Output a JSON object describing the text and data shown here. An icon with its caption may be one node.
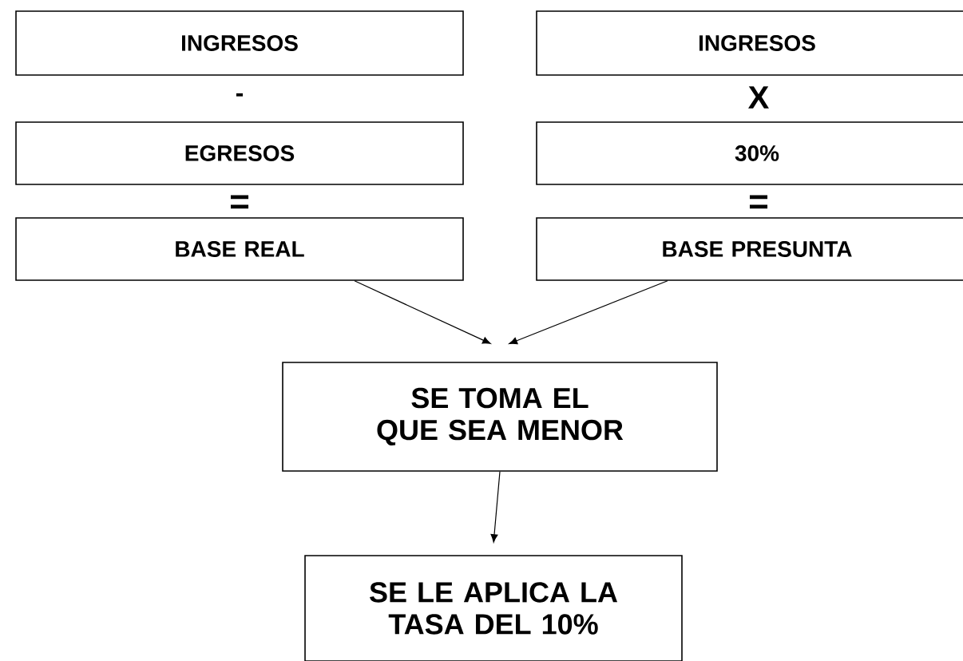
{
  "diagram": {
    "nodes": [
      {
        "text": [
          "INGRESOS"
        ]
      },
      {
        "text": [
          "INGRESOS"
        ]
      },
      {
        "text": [
          "EGRESOS"
        ]
      },
      {
        "text": [
          "30%"
        ]
      },
      {
        "text": [
          "BASE  REAL"
        ]
      },
      {
        "text": [
          "BASE  PRESUNTA"
        ]
      },
      {
        "text": [
          "SE TOMA EL QUE SEA MENOR"
        ]
      },
      {
        "text": [
          "SE LE APLICA LA TASA DEL 10%"
        ]
      }
    ],
    "edges": [
      {
        "from": 4,
        "to": 6,
        "arrow": "to"
      },
      {
        "from": 5,
        "to": 6,
        "arrow": "to"
      },
      {
        "from": 6,
        "to": 7,
        "arrow": "to"
      }
    ],
    "labels": [
      "-",
      "X",
      "=",
      "="
    ]
  }
}
